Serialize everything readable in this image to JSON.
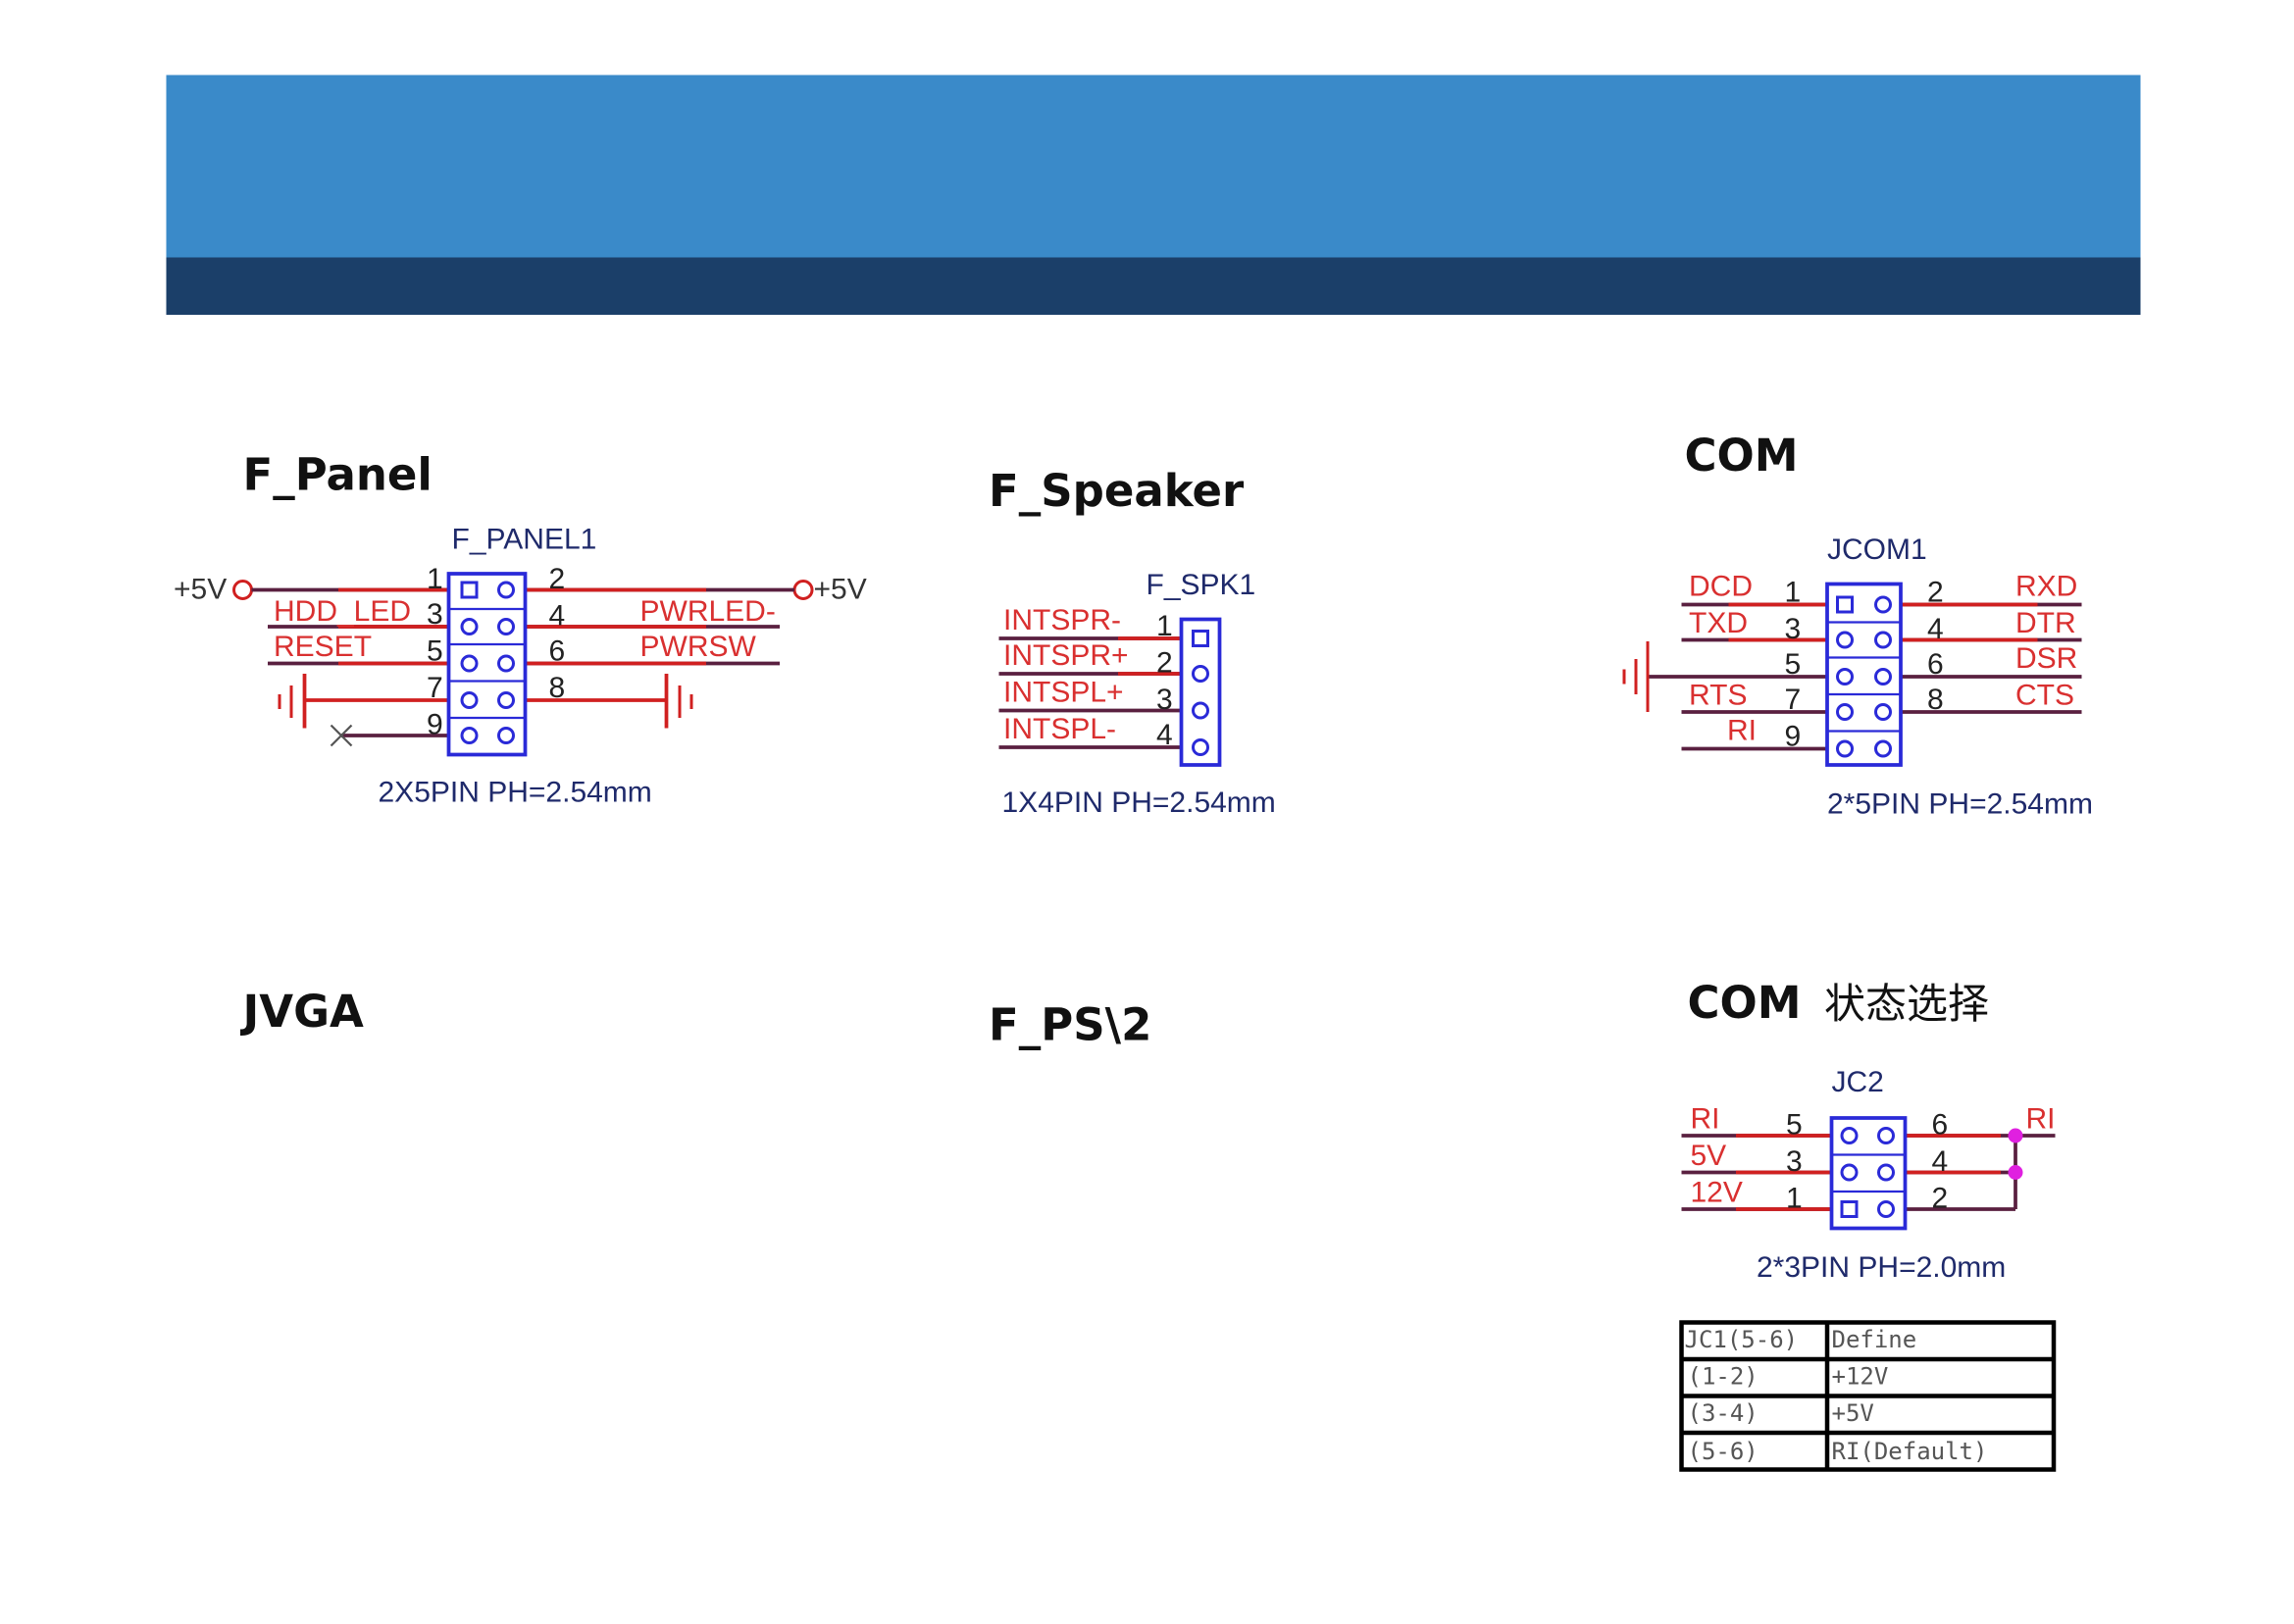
{
  "colors": {
    "header_blue": "#3a8ac9",
    "header_dark": "#1b3f69",
    "net": "#d93030",
    "pin_box": "#2a2ad8",
    "junction": "#e020e0"
  },
  "sections": {
    "f_panel": {
      "title": "F_Panel",
      "ref": "F_PANEL1",
      "caption": "2X5PIN PH=2.54mm",
      "left_power": "+5V",
      "right_power": "+5V",
      "left_nets": [
        "HDD_LED",
        "RESET"
      ],
      "right_nets": [
        "PWRLED-",
        "PWRSW"
      ],
      "left_pins": [
        "1",
        "3",
        "5",
        "7",
        "9"
      ],
      "right_pins": [
        "2",
        "4",
        "6",
        "8"
      ]
    },
    "f_speaker": {
      "title": "F_Speaker",
      "ref": "F_SPK1",
      "caption": "1X4PIN PH=2.54mm",
      "nets": [
        "INTSPR-",
        "INTSPR+",
        "INTSPL+",
        "INTSPL-"
      ],
      "pins": [
        "1",
        "2",
        "3",
        "4"
      ]
    },
    "com": {
      "title": "COM",
      "ref": "JCOM1",
      "caption": "2*5PIN PH=2.54mm",
      "left_nets": [
        "DCD",
        "TXD",
        "RTS",
        "RI"
      ],
      "right_nets": [
        "RXD",
        "DTR",
        "DSR",
        "CTS"
      ],
      "left_pins": [
        "1",
        "3",
        "5",
        "7",
        "9"
      ],
      "right_pins": [
        "2",
        "4",
        "6",
        "8"
      ]
    },
    "jvga": {
      "title": "JVGA"
    },
    "f_ps2": {
      "title": "F_PS\\2"
    },
    "com_select": {
      "title": "COM",
      "title_cjk": "状态选择",
      "ref": "JC2",
      "caption": "2*3PIN PH=2.0mm",
      "left_nets": [
        "RI",
        "5V",
        "12V"
      ],
      "right_net": "RI",
      "left_pins": [
        "5",
        "3",
        "1"
      ],
      "right_pins": [
        "6",
        "4",
        "2"
      ],
      "table": {
        "headers": [
          "JC1(5-6)",
          "Define"
        ],
        "rows": [
          [
            "(1-2)",
            "+12V"
          ],
          [
            "(3-4)",
            "+5V"
          ],
          [
            "(5-6)",
            "RI(Default)"
          ]
        ]
      }
    }
  }
}
